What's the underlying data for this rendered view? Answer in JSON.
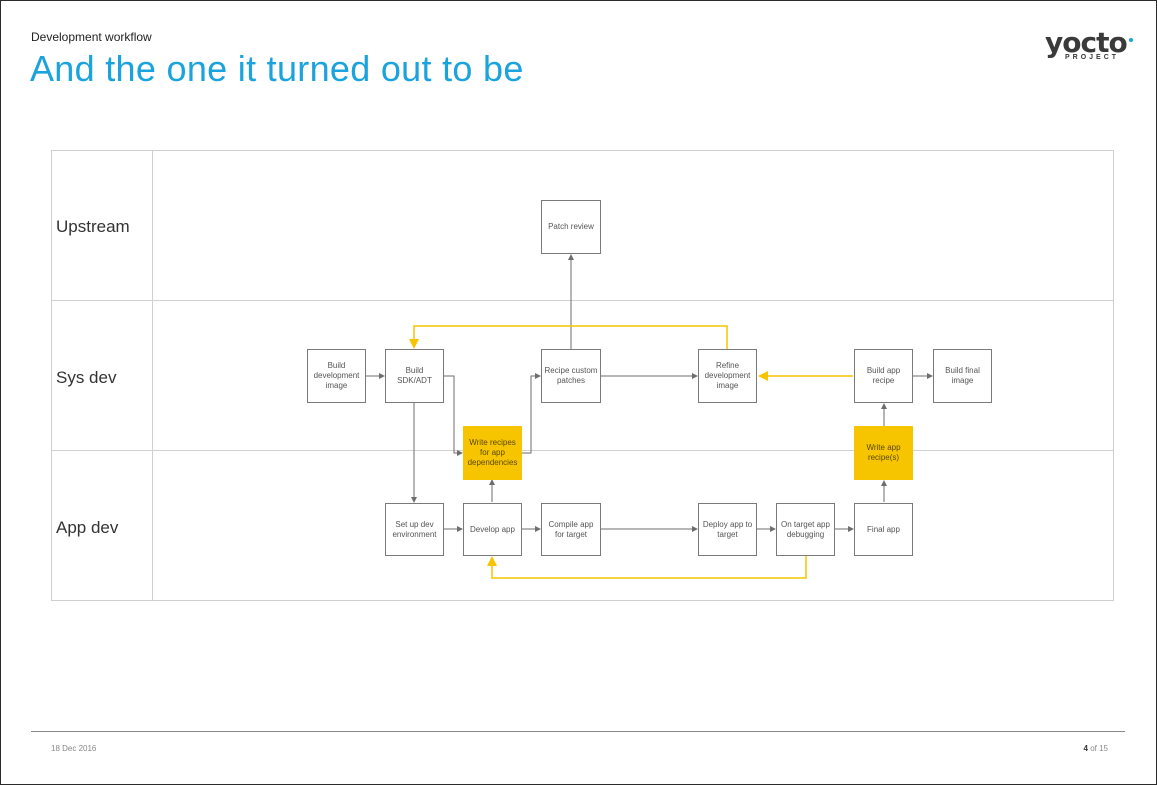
{
  "header": {
    "section": "Development workflow",
    "title": "And the one it turned out to be",
    "logo_text": "yocto",
    "logo_subtext": "PROJECT"
  },
  "lanes": [
    {
      "id": "upstream",
      "label": "Upstream"
    },
    {
      "id": "sysdev",
      "label": "Sys dev"
    },
    {
      "id": "appdev",
      "label": "App dev"
    }
  ],
  "nodes": {
    "patch_review": "Patch review",
    "build_dev_image": "Build development image",
    "build_sdk": "Build SDK/ADT",
    "recipe_patches": "Recipe custom patches",
    "refine_image": "Refine development image",
    "build_app_recipe": "Build app recipe",
    "build_final_image": "Build final image",
    "write_recipes_deps": "Write recipes for app dependencies",
    "write_app_recipe": "Write app recipe(s)",
    "setup_env": "Set up dev environment",
    "develop_app": "Develop app",
    "compile_app": "Compile app for target",
    "deploy_app": "Deploy app to target",
    "on_target_debug": "On target app debugging",
    "final_app": "Final app"
  },
  "colors": {
    "accent": "#1aa3dc",
    "highlight": "#f7c400",
    "line": "#6e6e6e"
  },
  "footer": {
    "date": "18 Dec 2016",
    "page_current": "4",
    "page_rest": " of 15"
  }
}
